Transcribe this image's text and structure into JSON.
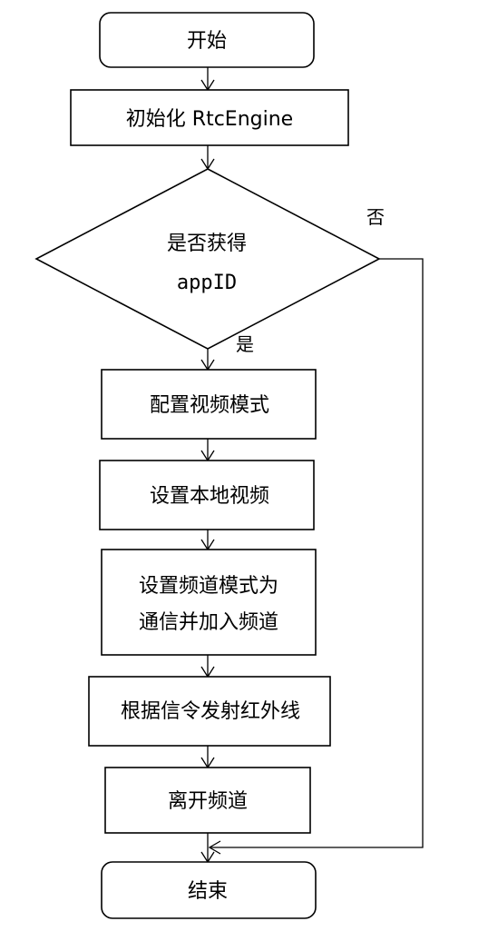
{
  "nodes": {
    "start": "开始",
    "init": "初始化 RtcEngine",
    "decision_line1": "是否获得",
    "decision_line2": "appID",
    "config_video": "配置视频模式",
    "set_local_video": "设置本地视频",
    "set_channel_line1": "设置频道模式为",
    "set_channel_line2": "通信并加入频道",
    "infrared": "根据信令发射红外线",
    "leave": "离开频道",
    "end": "结束"
  },
  "edges": {
    "yes_label": "是",
    "no_label": "否"
  }
}
